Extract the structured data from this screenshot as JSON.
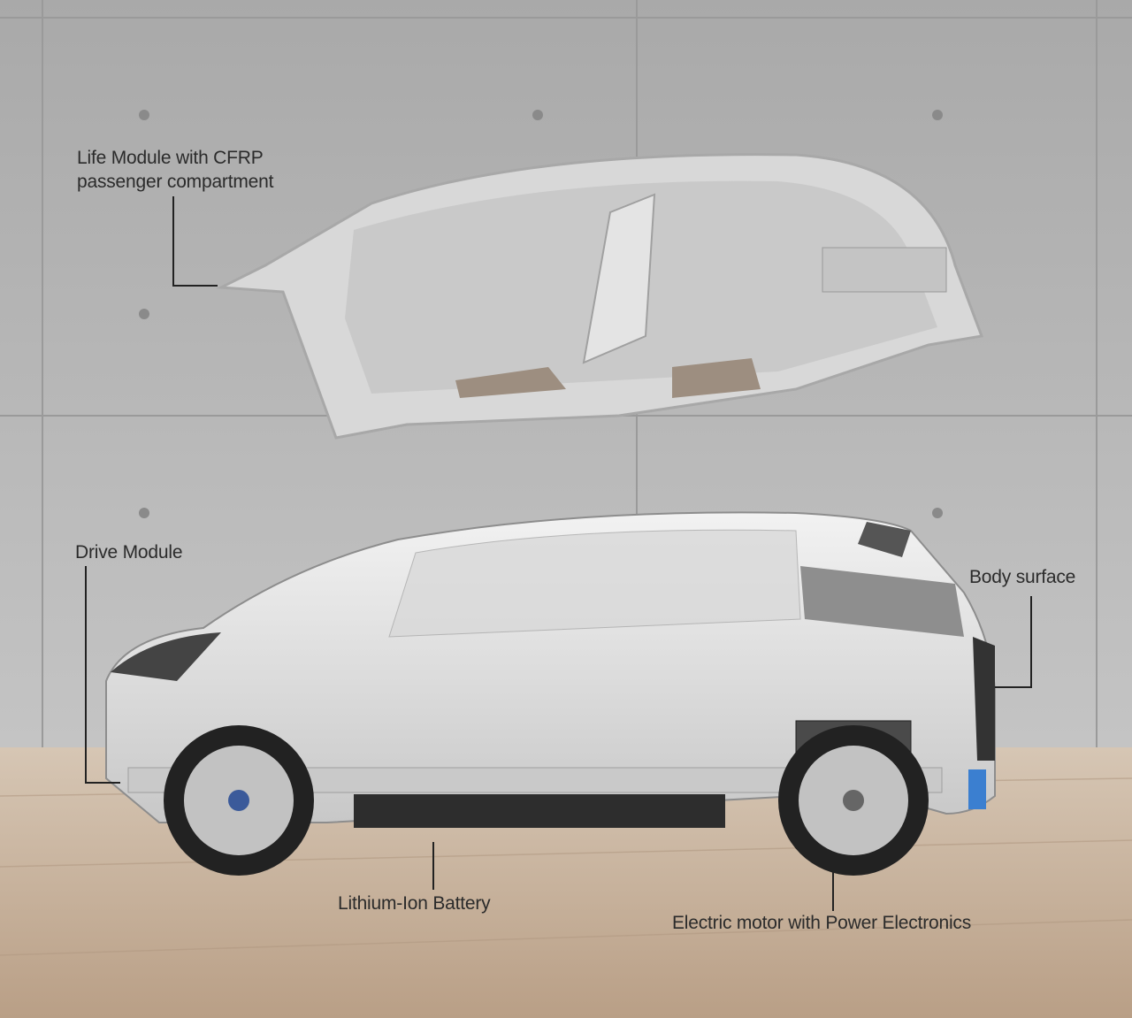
{
  "diagram": {
    "labels": {
      "life_module_line1": "Life Module with CFRP",
      "life_module_line2": "passenger compartment",
      "drive_module": "Drive Module",
      "body_surface": "Body surface",
      "battery": "Lithium-Ion Battery",
      "motor": "Electric motor with Power Electronics"
    },
    "colors": {
      "wall": "#b9b9b9",
      "floor": "#c9b39c",
      "accent_blue": "#3b7fd0",
      "label_text": "#2b2b2b"
    }
  }
}
